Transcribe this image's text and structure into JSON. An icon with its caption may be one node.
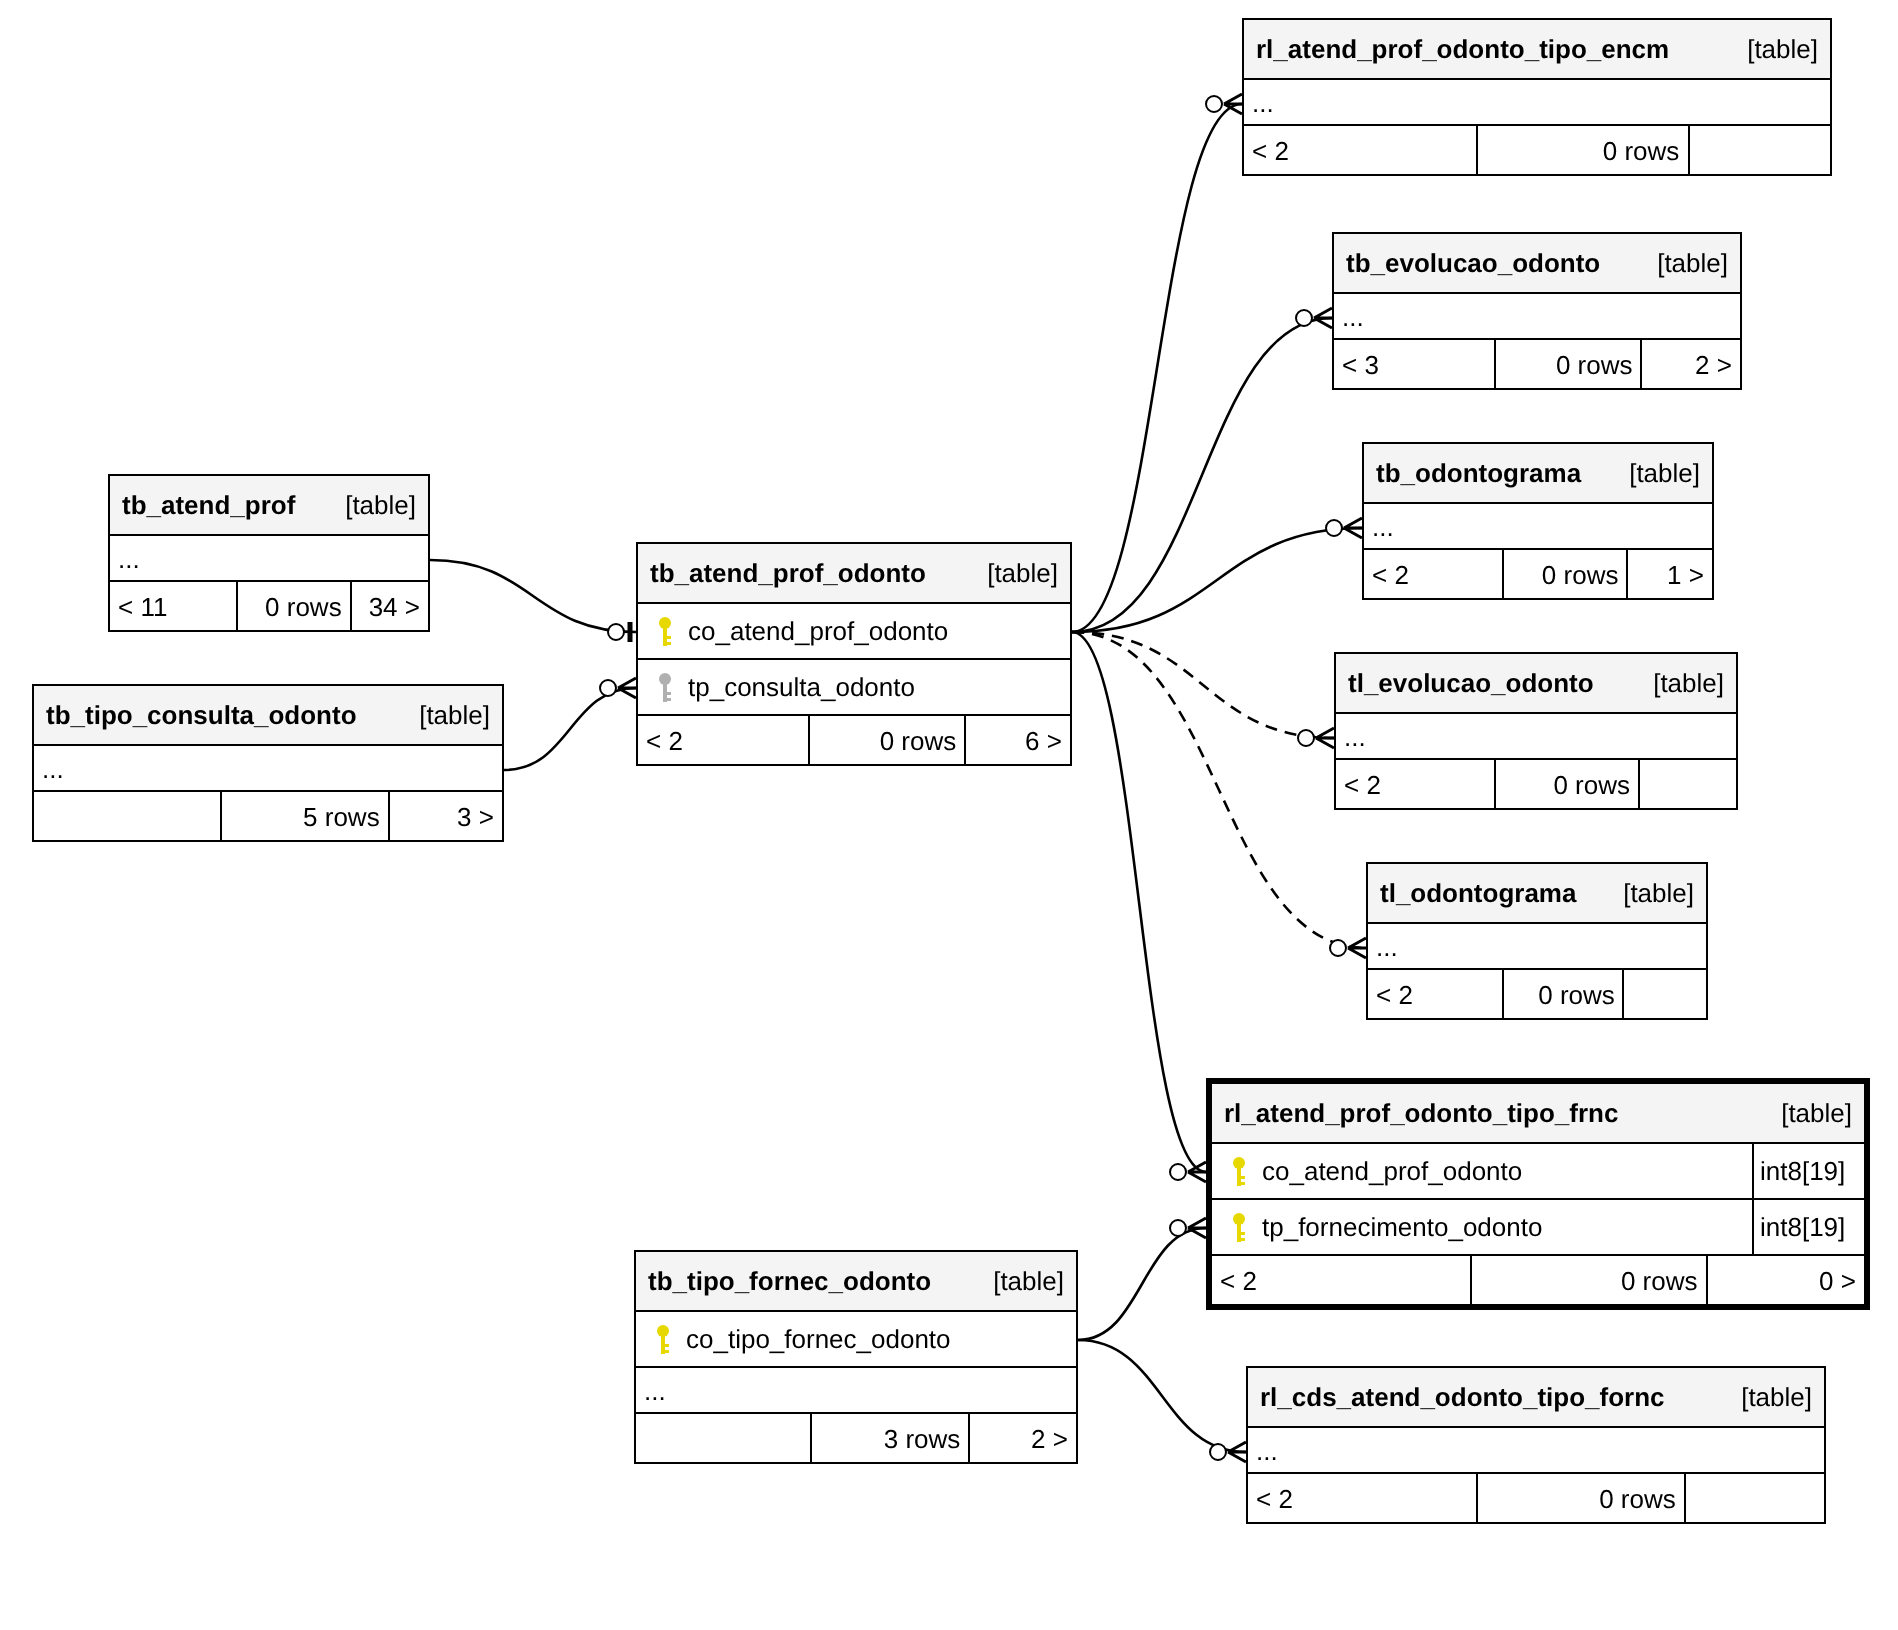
{
  "diagram": {
    "nodes": [
      {
        "text": [
          "rl_atend_prof_odonto_tipo_encm",
          "[table]",
          "...",
          "< 2",
          "0 rows"
        ]
      },
      {
        "text": [
          "tb_evolucao_odonto",
          "[table]",
          "...",
          "< 3",
          "0 rows",
          "2 >"
        ]
      },
      {
        "text": [
          "tb_atend_prof",
          "[table]",
          "...",
          "< 11",
          "0 rows",
          "34 >"
        ]
      },
      {
        "text": [
          "tb_odontograma",
          "[table]",
          "...",
          "< 2",
          "0 rows",
          "1 >"
        ]
      },
      {
        "text": [
          "tb_atend_prof_odonto",
          "[table]",
          "co_atend_prof_odonto",
          "tp_consulta_odonto",
          "< 2",
          "0 rows",
          "6 >"
        ]
      },
      {
        "text": [
          "tb_tipo_consulta_odonto",
          "[table]",
          "...",
          "5 rows",
          "3 >"
        ]
      },
      {
        "text": [
          "tl_evolucao_odonto",
          "[table]",
          "...",
          "< 2",
          "0 rows"
        ]
      },
      {
        "text": [
          "tl_odontograma",
          "[table]",
          "...",
          "< 2",
          "0 rows"
        ]
      },
      {
        "text": [
          "rl_atend_prof_odonto_tipo_frnc",
          "[table]",
          "co_atend_prof_odonto",
          "int8[19]",
          "tp_fornecimento_odonto",
          "int8[19]",
          "< 2",
          "0 rows",
          "0 >"
        ]
      },
      {
        "text": [
          "tb_tipo_fornec_odonto",
          "[table]",
          "co_tipo_fornec_odonto",
          "...",
          "3 rows",
          "2 >"
        ]
      },
      {
        "text": [
          "rl_cds_atend_odonto_tipo_fornc",
          "[table]",
          "...",
          "< 2",
          "0 rows"
        ]
      }
    ],
    "edges": [
      {
        "from": 2,
        "to": 4,
        "arrow": "other"
      },
      {
        "from": 5,
        "to": 4,
        "arrow": "other"
      },
      {
        "from": 4,
        "to": 0,
        "arrow": "other"
      },
      {
        "from": 4,
        "to": 1,
        "arrow": "other"
      },
      {
        "from": 4,
        "to": 3,
        "arrow": "other"
      },
      {
        "from": 4,
        "to": 6,
        "arrow": "other",
        "style": "dashed"
      },
      {
        "from": 4,
        "to": 7,
        "arrow": "other",
        "style": "dashed"
      },
      {
        "from": 4,
        "to": 8,
        "arrow": "other"
      },
      {
        "from": 9,
        "to": 8,
        "arrow": "other"
      },
      {
        "from": 9,
        "to": 10,
        "arrow": "other"
      }
    ]
  }
}
